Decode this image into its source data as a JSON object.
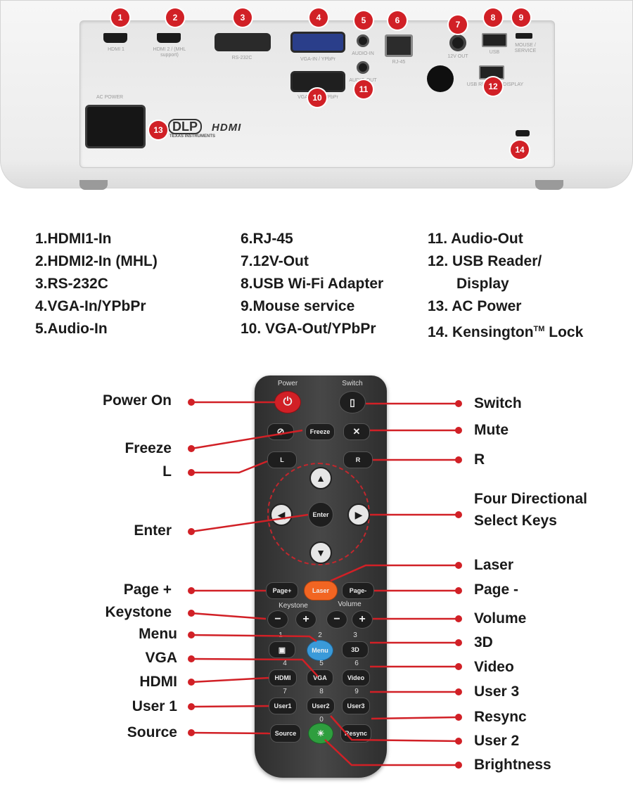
{
  "projector": {
    "port_labels": {
      "hdmi1": "HDMI 1",
      "hdmi2": "HDMI 2 / (MHL support)",
      "rs232": "RS-232C",
      "vgain": "VGA-IN / YPbPr",
      "audioin": "AUDIO-IN",
      "rj45": "RJ-45",
      "v12out": "12V OUT",
      "usb": "USB",
      "mouse": "MOUSE / SERVICE",
      "vgaout": "VGA-OUT / YPbPr",
      "audioout": "AUDIO-OUT",
      "usbreader": "USB READER / DISPLAY",
      "acpower": "AC POWER"
    },
    "badges": [
      "1",
      "2",
      "3",
      "4",
      "5",
      "6",
      "7",
      "8",
      "9",
      "10",
      "11",
      "12",
      "13",
      "14"
    ],
    "dlp_logo": "DLP",
    "dlp_sub": "TEXAS INSTRUMENTS",
    "hdmi_logo": "HDMI"
  },
  "legend": {
    "col1": [
      "1.HDMI1-In",
      "2.HDMI2-In (MHL)",
      "3.RS-232C",
      "4.VGA-In/YPbPr",
      "5.Audio-In"
    ],
    "col2": [
      "6.RJ-45",
      "7.12V-Out",
      "8.USB Wi-Fi Adapter",
      "9.Mouse service",
      "10. VGA-Out/YPbPr"
    ],
    "col3": [
      "11. Audio-Out",
      "12. USB Reader/",
      "Display",
      "13. AC Power",
      "14. Kensington"
    ],
    "tm": "TM",
    "lock": " Lock"
  },
  "remote": {
    "power_label": "Power",
    "switch_label": "Switch",
    "freeze": "Freeze",
    "l": "L",
    "r": "R",
    "enter": "Enter",
    "page_plus": "Page+",
    "laser": "Laser",
    "page_minus": "Page-",
    "keystone_label": "Keystone",
    "volume_label": "Volume",
    "minus": "−",
    "plus": "+",
    "num1": "1",
    "num2": "2",
    "num3": "3",
    "num4": "4",
    "num5": "5",
    "num6": "6",
    "num7": "7",
    "num8": "8",
    "num9": "9",
    "num0": "0",
    "menu": "Menu",
    "threeD": "3D",
    "hdmi": "HDMI",
    "vga": "VGA",
    "video": "Video",
    "user1": "User1",
    "user2": "User2",
    "user3": "User3",
    "source": "Source",
    "resync": "Resync"
  },
  "callouts": {
    "left": [
      "Power On",
      "Freeze",
      "L",
      "Enter",
      "Page +",
      "Keystone",
      "Menu",
      "VGA",
      "HDMI",
      "User 1",
      "Source"
    ],
    "right": [
      "Switch",
      "Mute",
      "R",
      "Four Directional",
      "Select Keys",
      "Laser",
      "Page -",
      "Volume",
      "3D",
      "Video",
      "User 3",
      "Resync",
      "User 2",
      "Brightness"
    ]
  },
  "colors": {
    "accent_red": "#d12026",
    "laser_orange": "#f26522",
    "menu_blue": "#3a9ad9",
    "bright_green": "#2e9e3e"
  }
}
